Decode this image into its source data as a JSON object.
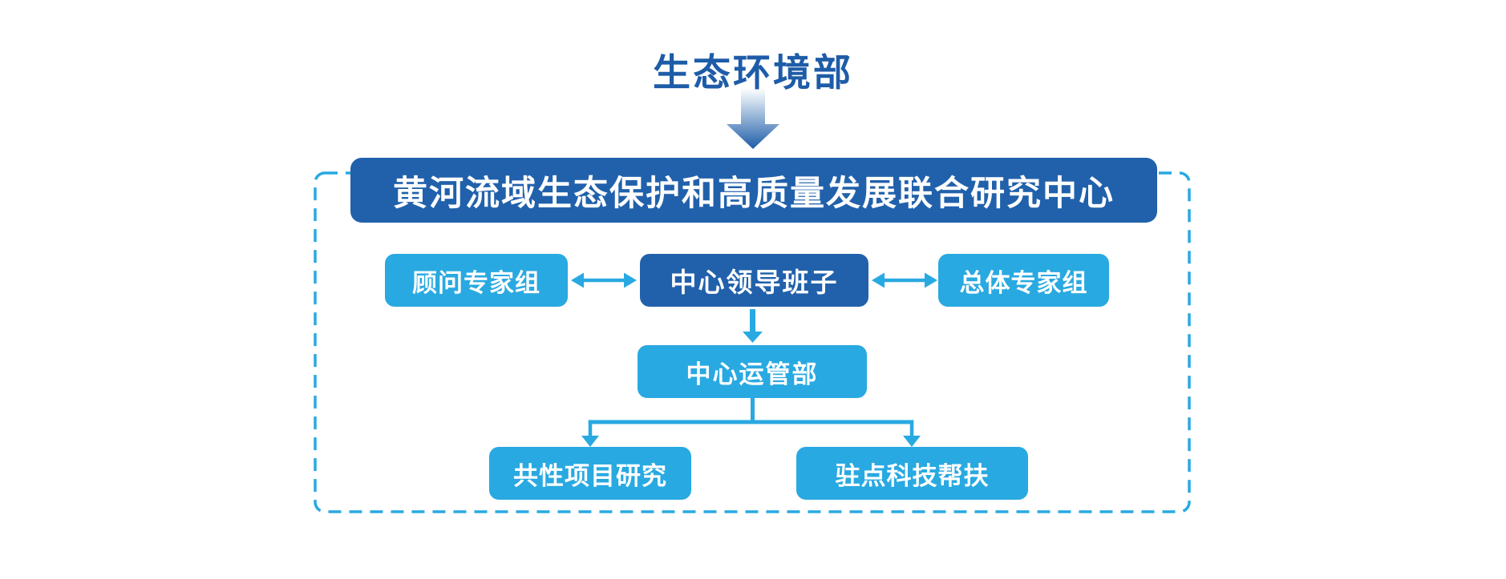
{
  "chart": {
    "type": "org-flow-diagram",
    "nodes": {
      "ministry": "生态环境部",
      "joint_center": "黄河流域生态保护和高质量发展联合研究中心",
      "advisory_group": "顾问专家组",
      "leadership": "中心领导班子",
      "overall_group": "总体专家组",
      "operations_dept": "中心运管部",
      "common_research": "共性项目研究",
      "resident_support": "驻点科技帮扶"
    },
    "edges": [
      {
        "from": "ministry",
        "to": "joint_center",
        "style": "gradient-down-arrow"
      },
      {
        "from": "advisory_group",
        "to": "leadership",
        "style": "double-headed-arrow"
      },
      {
        "from": "leadership",
        "to": "overall_group",
        "style": "double-headed-arrow"
      },
      {
        "from": "leadership",
        "to": "operations_dept",
        "style": "down-arrow"
      },
      {
        "from": "operations_dept",
        "to": "common_research",
        "style": "branch-down-arrow"
      },
      {
        "from": "operations_dept",
        "to": "resident_support",
        "style": "branch-down-arrow"
      }
    ],
    "colors": {
      "dark_blue_box": "#2161ab",
      "light_blue_box": "#29a9e1",
      "connector_blue": "#29a9e1",
      "title_text": "#1e5ca8",
      "box_text": "#ffffff",
      "background": "#ffffff",
      "dashed_border": "#29a9e1"
    },
    "layout_hints": {
      "dashed_boundary": "encloses all nodes except ministry title and gradient arrow"
    }
  }
}
